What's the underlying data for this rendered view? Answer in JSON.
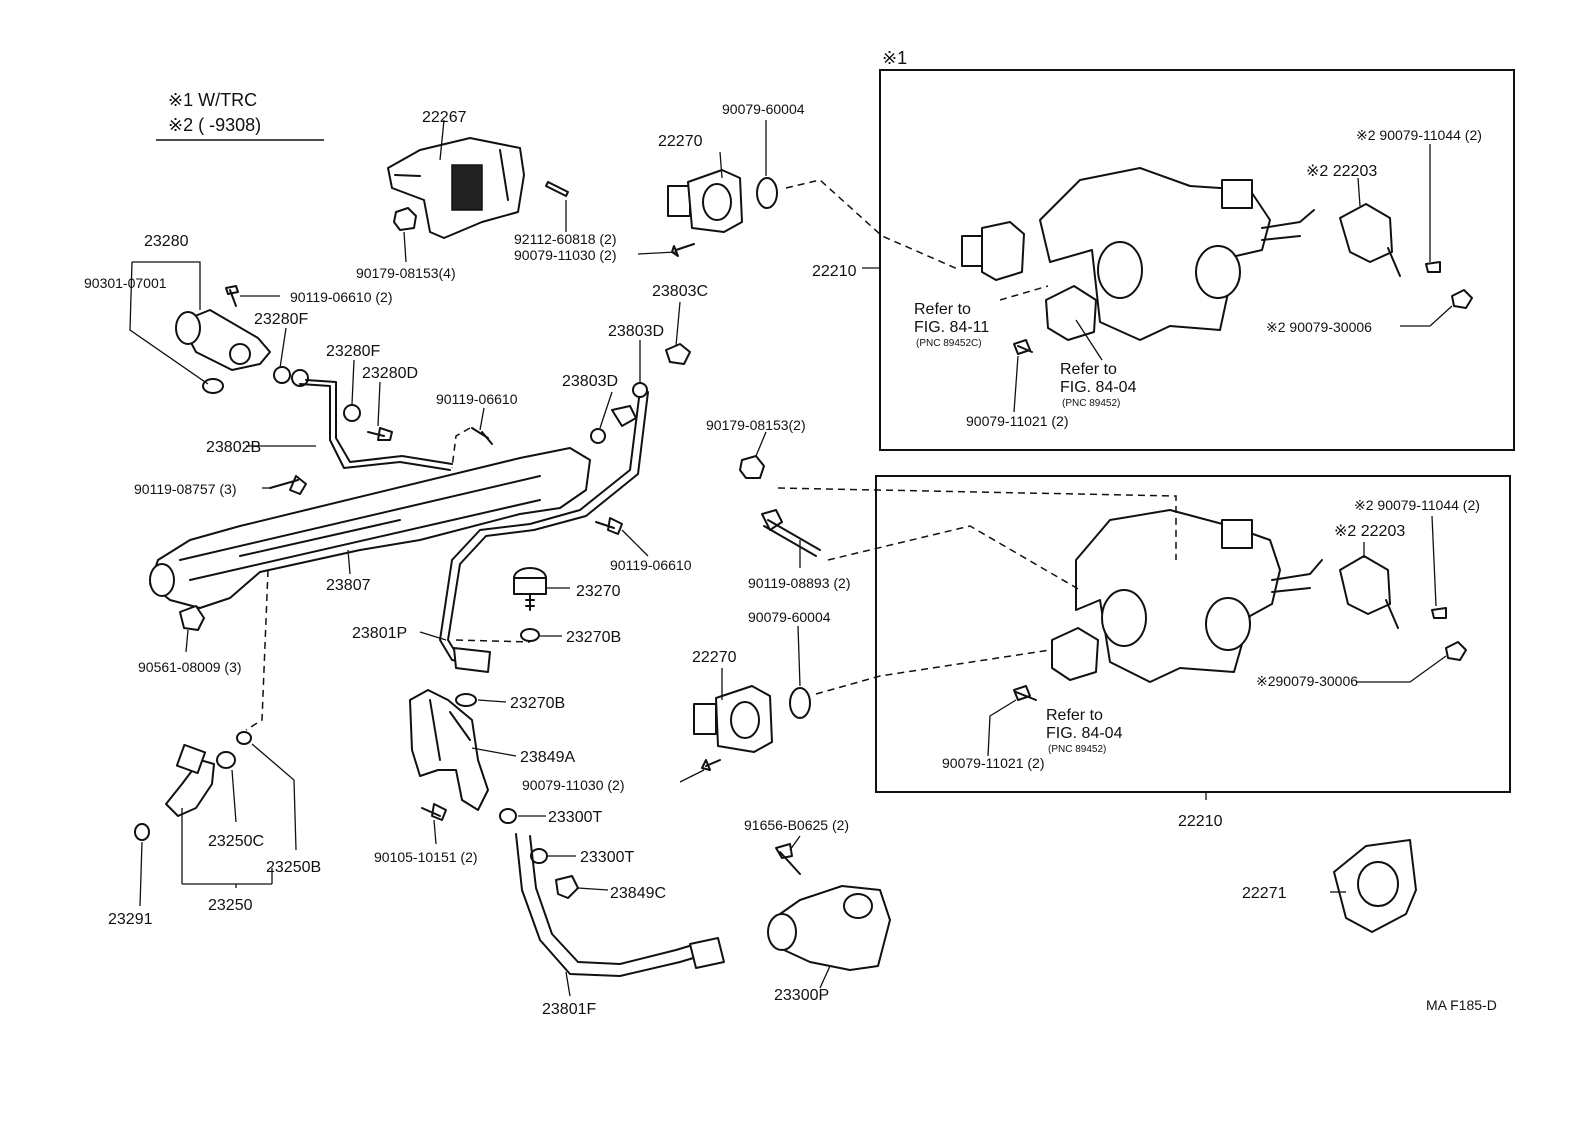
{
  "legend": {
    "note1": "※1 W/TRC",
    "note2": "※2 (      -9308)"
  },
  "box_marker": "※1",
  "figure_id": "MA F185-D",
  "labels": {
    "p22267": "22267",
    "p22270_top": "22270",
    "p90079_60004_top": "90079-60004",
    "p92112": "92112-60818 (2)",
    "p90079_11030_top": "90079-11030 (2)",
    "p90179_top": "90179-08153(4)",
    "p23280": "23280",
    "p90301": "90301-07001",
    "p90119_06610_2": "90119-06610 (2)",
    "p23280F_a": "23280F",
    "p23280F_b": "23280F",
    "p23280D": "23280D",
    "p90119_06610_a": "90119-06610",
    "p23802B": "23802B",
    "p90119_08757": "90119-08757 (3)",
    "p23807": "23807",
    "p90561": "90561-08009 (3)",
    "p23803C": "23803C",
    "p23803D_a": "23803D",
    "p23803D_b": "23803D",
    "p90119_06610_b": "90119-06610",
    "p23270": "23270",
    "p23270B_a": "23270B",
    "p23801P": "23801P",
    "p23270B_b": "23270B",
    "p23849A": "23849A",
    "p90105": "90105-10151 (2)",
    "p23300T_a": "23300T",
    "p23300T_b": "23300T",
    "p23849C": "23849C",
    "p23801F": "23801F",
    "p23250C": "23250C",
    "p23250B": "23250B",
    "p23250": "23250",
    "p23291": "23291",
    "p90179_mid": "90179-08153(2)",
    "p90119_08893": "90119-08893 (2)",
    "p90079_60004_bot": "90079-60004",
    "p22270_bot": "22270",
    "p90079_11030_bot": "90079-11030 (2)",
    "p91656": "91656-B0625 (2)",
    "p23300P": "23300P",
    "p22210_top": "22210",
    "p22210_bot": "22210",
    "p22271": "22271",
    "top_note_90079_11044": "※2 90079-11044 (2)",
    "top_note_22203": "※2  22203",
    "top_note_90079_30006": "※2 90079-30006",
    "top_refer_a_1": "Refer to",
    "top_refer_a_2": "FIG. 84-11",
    "top_refer_a_3": "(PNC 89452C)",
    "top_refer_b_1": "Refer to",
    "top_refer_b_2": "FIG. 84-04",
    "top_refer_b_3": "(PNC 89452)",
    "top_90079_11021": "90079-11021 (2)",
    "bot_note_90079_11044": "※2 90079-11044 (2)",
    "bot_note_22203": "※2  22203",
    "bot_note_90079_30006": "※290079-30006",
    "bot_refer_1": "Refer to",
    "bot_refer_2": "FIG. 84-04",
    "bot_refer_3": "(PNC 89452)",
    "bot_90079_11021": "90079-11021 (2)"
  }
}
